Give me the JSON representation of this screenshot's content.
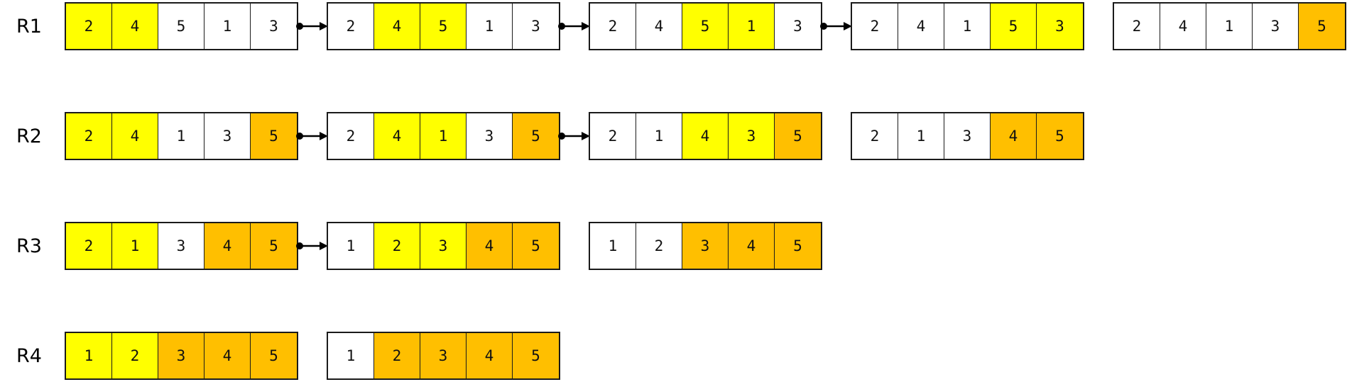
{
  "colors": {
    "compare": "#ffff00",
    "sorted": "#ffbf00",
    "plain": "#ffffff",
    "border": "#1a1a1a"
  },
  "rows": [
    {
      "label": "R1",
      "steps": [
        {
          "cells": [
            {
              "v": "2",
              "s": "compare"
            },
            {
              "v": "4",
              "s": "compare"
            },
            {
              "v": "5",
              "s": "plain"
            },
            {
              "v": "1",
              "s": "plain"
            },
            {
              "v": "3",
              "s": "plain"
            }
          ],
          "arrow_next": true
        },
        {
          "cells": [
            {
              "v": "2",
              "s": "plain"
            },
            {
              "v": "4",
              "s": "compare"
            },
            {
              "v": "5",
              "s": "compare"
            },
            {
              "v": "1",
              "s": "plain"
            },
            {
              "v": "3",
              "s": "plain"
            }
          ],
          "arrow_next": true
        },
        {
          "cells": [
            {
              "v": "2",
              "s": "plain"
            },
            {
              "v": "4",
              "s": "plain"
            },
            {
              "v": "5",
              "s": "compare"
            },
            {
              "v": "1",
              "s": "compare"
            },
            {
              "v": "3",
              "s": "plain"
            }
          ],
          "arrow_next": true
        },
        {
          "cells": [
            {
              "v": "2",
              "s": "plain"
            },
            {
              "v": "4",
              "s": "plain"
            },
            {
              "v": "1",
              "s": "plain"
            },
            {
              "v": "5",
              "s": "compare"
            },
            {
              "v": "3",
              "s": "compare"
            }
          ],
          "arrow_next": false
        },
        {
          "cells": [
            {
              "v": "2",
              "s": "plain"
            },
            {
              "v": "4",
              "s": "plain"
            },
            {
              "v": "1",
              "s": "plain"
            },
            {
              "v": "3",
              "s": "plain"
            },
            {
              "v": "5",
              "s": "sorted"
            }
          ],
          "arrow_next": false
        }
      ]
    },
    {
      "label": "R2",
      "steps": [
        {
          "cells": [
            {
              "v": "2",
              "s": "compare"
            },
            {
              "v": "4",
              "s": "compare"
            },
            {
              "v": "1",
              "s": "plain"
            },
            {
              "v": "3",
              "s": "plain"
            },
            {
              "v": "5",
              "s": "sorted"
            }
          ],
          "arrow_next": true
        },
        {
          "cells": [
            {
              "v": "2",
              "s": "plain"
            },
            {
              "v": "4",
              "s": "compare"
            },
            {
              "v": "1",
              "s": "compare"
            },
            {
              "v": "3",
              "s": "plain"
            },
            {
              "v": "5",
              "s": "sorted"
            }
          ],
          "arrow_next": true
        },
        {
          "cells": [
            {
              "v": "2",
              "s": "plain"
            },
            {
              "v": "1",
              "s": "plain"
            },
            {
              "v": "4",
              "s": "compare"
            },
            {
              "v": "3",
              "s": "compare"
            },
            {
              "v": "5",
              "s": "sorted"
            }
          ],
          "arrow_next": false
        },
        {
          "cells": [
            {
              "v": "2",
              "s": "plain"
            },
            {
              "v": "1",
              "s": "plain"
            },
            {
              "v": "3",
              "s": "plain"
            },
            {
              "v": "4",
              "s": "sorted"
            },
            {
              "v": "5",
              "s": "sorted"
            }
          ],
          "arrow_next": false
        }
      ]
    },
    {
      "label": "R3",
      "steps": [
        {
          "cells": [
            {
              "v": "2",
              "s": "compare"
            },
            {
              "v": "1",
              "s": "compare"
            },
            {
              "v": "3",
              "s": "plain"
            },
            {
              "v": "4",
              "s": "sorted"
            },
            {
              "v": "5",
              "s": "sorted"
            }
          ],
          "arrow_next": true
        },
        {
          "cells": [
            {
              "v": "1",
              "s": "plain"
            },
            {
              "v": "2",
              "s": "compare"
            },
            {
              "v": "3",
              "s": "compare"
            },
            {
              "v": "4",
              "s": "sorted"
            },
            {
              "v": "5",
              "s": "sorted"
            }
          ],
          "arrow_next": false
        },
        {
          "cells": [
            {
              "v": "1",
              "s": "plain"
            },
            {
              "v": "2",
              "s": "plain"
            },
            {
              "v": "3",
              "s": "sorted"
            },
            {
              "v": "4",
              "s": "sorted"
            },
            {
              "v": "5",
              "s": "sorted"
            }
          ],
          "arrow_next": false
        }
      ]
    },
    {
      "label": "R4",
      "steps": [
        {
          "cells": [
            {
              "v": "1",
              "s": "compare"
            },
            {
              "v": "2",
              "s": "compare"
            },
            {
              "v": "3",
              "s": "sorted"
            },
            {
              "v": "4",
              "s": "sorted"
            },
            {
              "v": "5",
              "s": "sorted"
            }
          ],
          "arrow_next": false
        },
        {
          "cells": [
            {
              "v": "1",
              "s": "plain"
            },
            {
              "v": "2",
              "s": "sorted"
            },
            {
              "v": "3",
              "s": "sorted"
            },
            {
              "v": "4",
              "s": "sorted"
            },
            {
              "v": "5",
              "s": "sorted"
            }
          ],
          "arrow_next": false
        }
      ]
    }
  ]
}
